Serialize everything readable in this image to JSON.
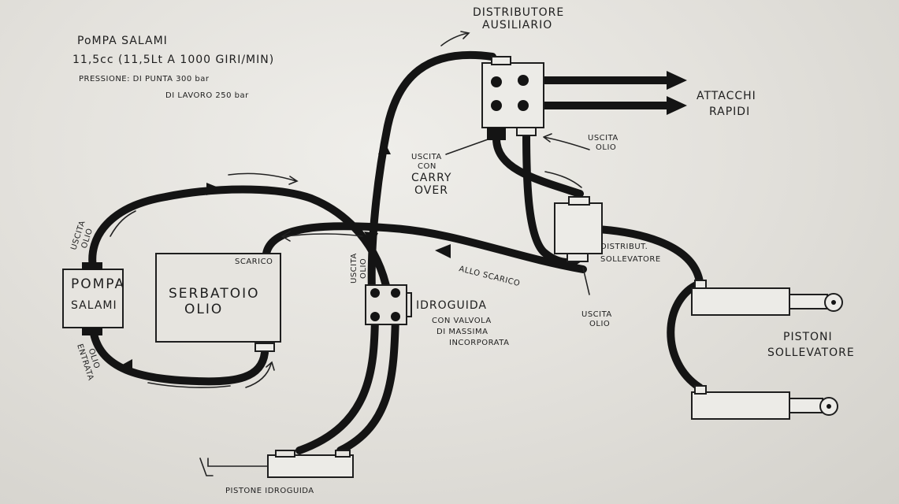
{
  "header": {
    "line1": "PoMPA SALAMI",
    "line2": "11,5cc (11,5Lt A 1000 GIRI/MIN)",
    "line3": "PRESSIONE: DI PUNTA 300 bar",
    "line4": "DI LAVORO 250 bar"
  },
  "components": {
    "pump": [
      "POMPA",
      "SALAMI"
    ],
    "tank": [
      "SERBATOIO",
      "OLIO"
    ],
    "tank_port": "SCARICO",
    "aux_distributor": [
      "DISTRIBUTORE",
      "AUSILIARIO"
    ],
    "quick_couplings": [
      "ATTACCHI",
      "RAPIDI"
    ],
    "lift_distributor": [
      "DISTRIBUT.",
      "SOLLEVATORE"
    ],
    "steering": [
      "IDROGUIDA",
      "CON VALVOLA",
      "DI MASSIMA",
      "INCORPORATA"
    ],
    "steering_cylinder": "PISTONE IDROGUIDA",
    "lift_cylinders": [
      "PISTONI",
      "SOLLEVATORE"
    ]
  },
  "labels": {
    "pump_out": [
      "USCITA",
      "OLIO"
    ],
    "pump_in": [
      "ENTRATA",
      "OLIO"
    ],
    "steer_out": [
      "USCITA",
      "OLIO"
    ],
    "carry_over": [
      "USCITA",
      "CON",
      "CARRY",
      "OVER"
    ],
    "aux_out": [
      "USCITA",
      "OLIO"
    ],
    "to_drain": "ALLO SCARICO",
    "lift_out": [
      "USCITA",
      "OLIO"
    ]
  }
}
